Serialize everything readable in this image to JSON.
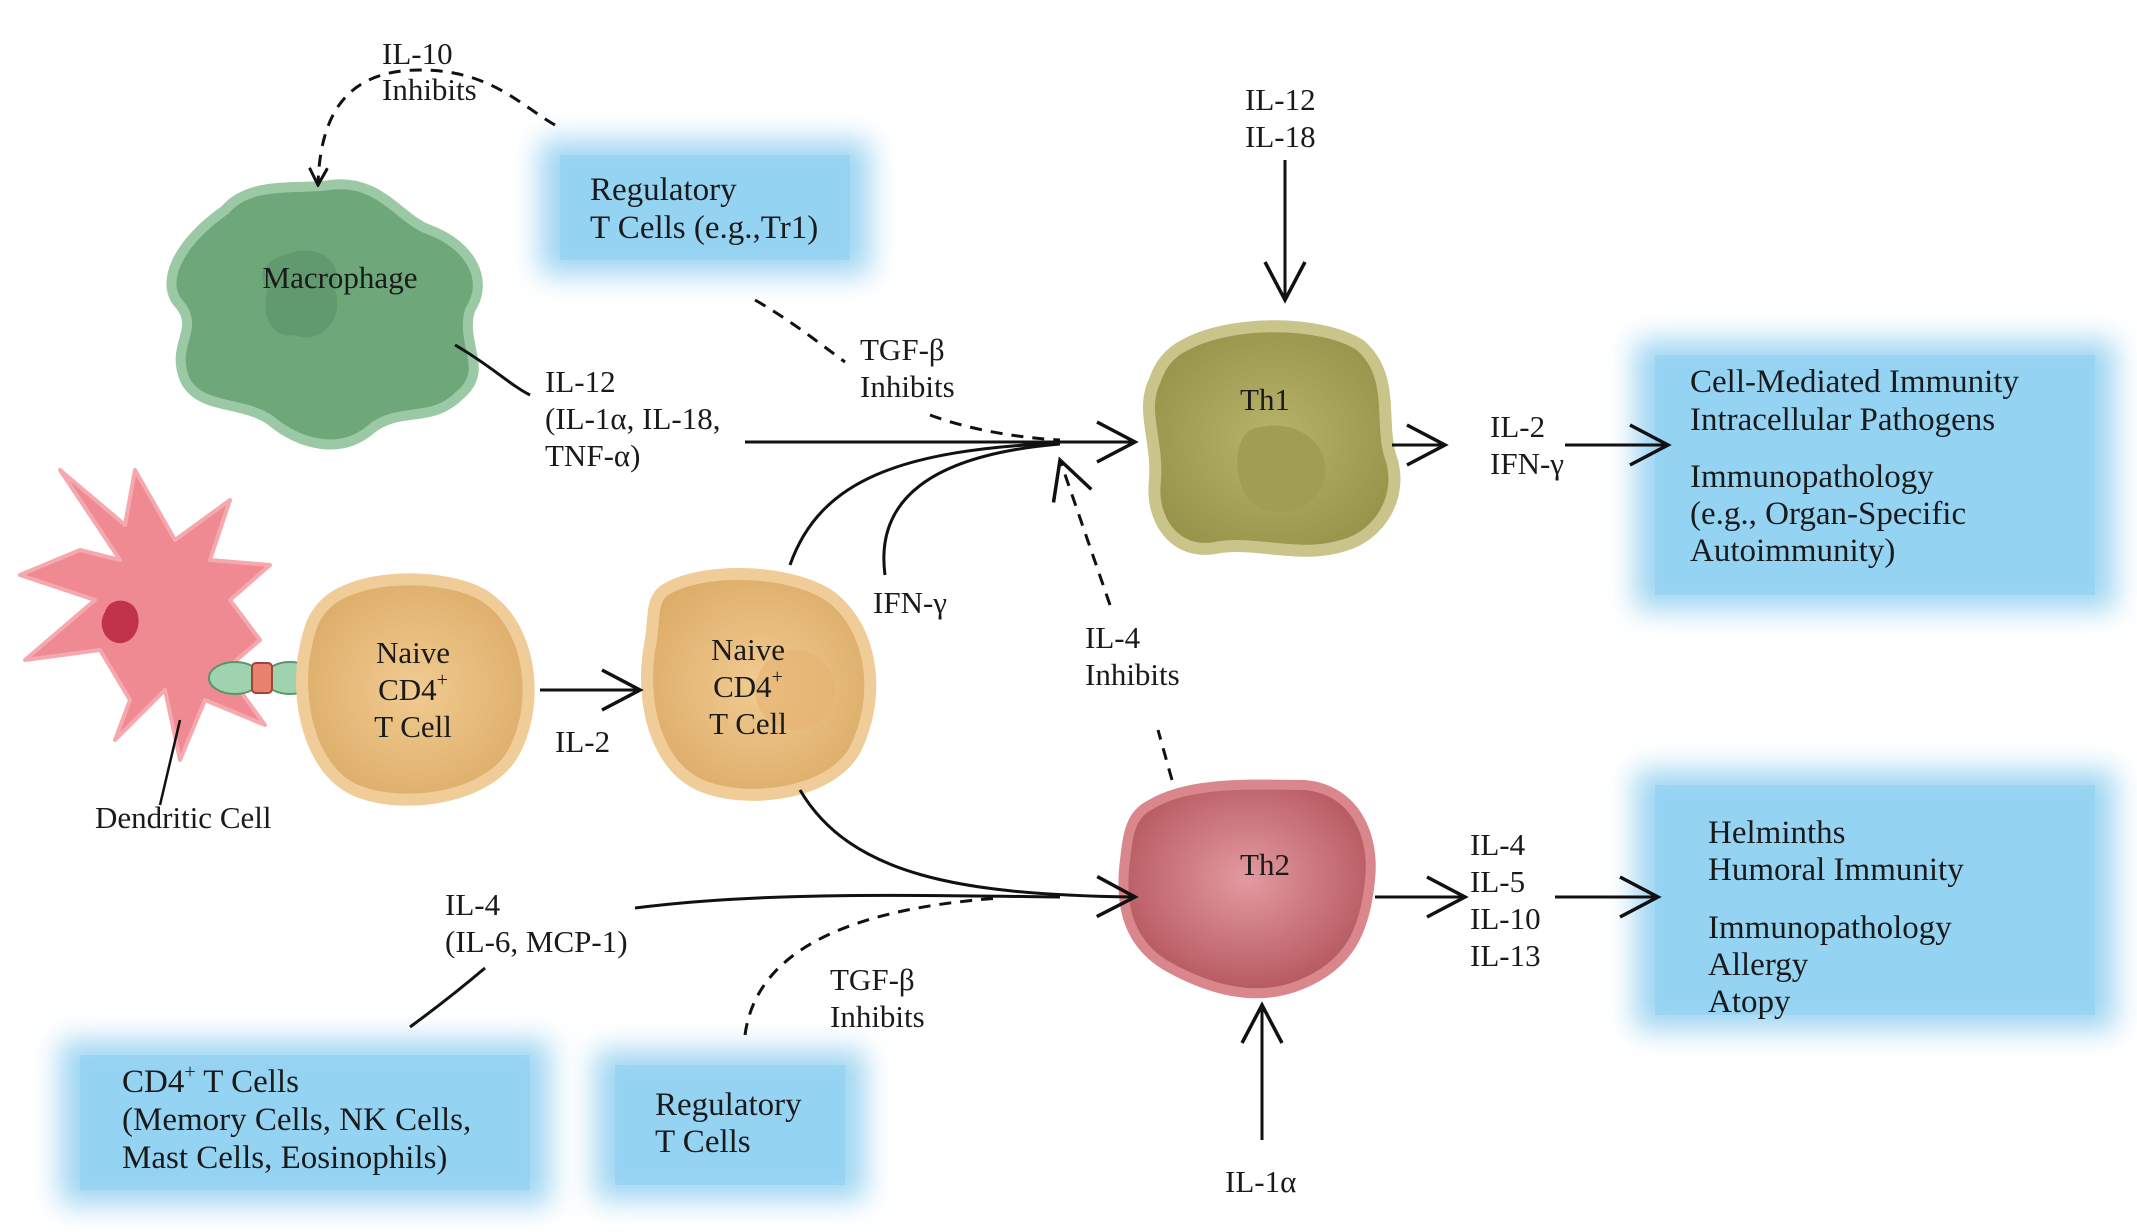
{
  "macrophage": {
    "label": "Macrophage"
  },
  "dendritic": {
    "label": "Dendritic Cell"
  },
  "naive1": {
    "l1": "Naive",
    "l2": "CD4",
    "l2sup": "+",
    "l3": "T Cell"
  },
  "naive2": {
    "l1": "Naive",
    "l2": "CD4",
    "l2sup": "+",
    "l3": "T Cell"
  },
  "th1": {
    "label": "Th1"
  },
  "th2": {
    "label": "Th2"
  },
  "labels": {
    "il10_1": "IL-10",
    "il10_2": "Inhibits",
    "il12_1": "IL-12",
    "il12_2": "(IL-1α, IL-18,",
    "il12_3": "TNF-α)",
    "tgf_top_1": "TGF-β",
    "tgf_top_2": "Inhibits",
    "th1_in_1": "IL-12",
    "th1_in_2": "IL-18",
    "il2": "IL-2",
    "ifng": "IFN-γ",
    "il4inh_1": "IL-4",
    "il4inh_2": "Inhibits",
    "th1_out_1": "IL-2",
    "th1_out_2": "IFN-γ",
    "il4_1": "IL-4",
    "il4_2": "(IL-6, MCP-1)",
    "tgf_bot_1": "TGF-β",
    "tgf_bot_2": "Inhibits",
    "th2_out_1": "IL-4",
    "th2_out_2": "IL-5",
    "th2_out_3": "IL-10",
    "th2_out_4": "IL-13",
    "il1a": "IL-1α"
  },
  "boxes": {
    "treg_top": {
      "l1": "Regulatory",
      "l2": "T Cells (e.g.,Tr1)"
    },
    "th1_result": {
      "l1": "Cell-Mediated Immunity",
      "l2": "Intracellular Pathogens",
      "l3": "Immunopathology",
      "l4": "(e.g., Organ-Specific",
      "l5": "Autoimmunity)"
    },
    "th2_result": {
      "l1": "Helminths",
      "l2": "Humoral Immunity",
      "l3": "Immunopathology",
      "l4": "Allergy",
      "l5": "Atopy"
    },
    "cd4_source": {
      "l1": "CD4",
      "l1sup": "+",
      "l1b": " T Cells",
      "l2": "(Memory Cells, NK Cells,",
      "l3": "Mast Cells, Eosinophils)"
    },
    "treg_bottom": {
      "l1": "Regulatory",
      "l2": "T Cells"
    }
  },
  "colors": {
    "box_blue": "#9fd6f2",
    "box_blue_center": "#7dc8ee",
    "macrophage": "#6ea77a",
    "dendritic": "#f08a92",
    "naive": "#e6b877",
    "th1": "#a8a45a",
    "th2": "#c7666e"
  }
}
